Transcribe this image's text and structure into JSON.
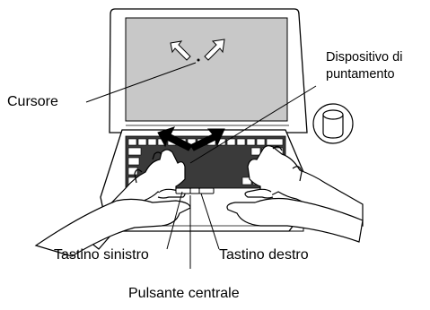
{
  "labels": {
    "cursor": "Cursore",
    "pointing_device_line1": "Dispositivo di",
    "pointing_device_line2": "puntamento",
    "left_button": "Tastino sinistro",
    "right_button": "Tastino destro",
    "center_button": "Pulsante centrale"
  },
  "icons": [
    "laptop-illustration",
    "cursor-arrows-icon",
    "keyboard-icon",
    "hands-icon",
    "pointing-stick-icon"
  ],
  "colors": {
    "line": "#000000",
    "screen": "#c8c8c8",
    "background": "#ffffff"
  }
}
